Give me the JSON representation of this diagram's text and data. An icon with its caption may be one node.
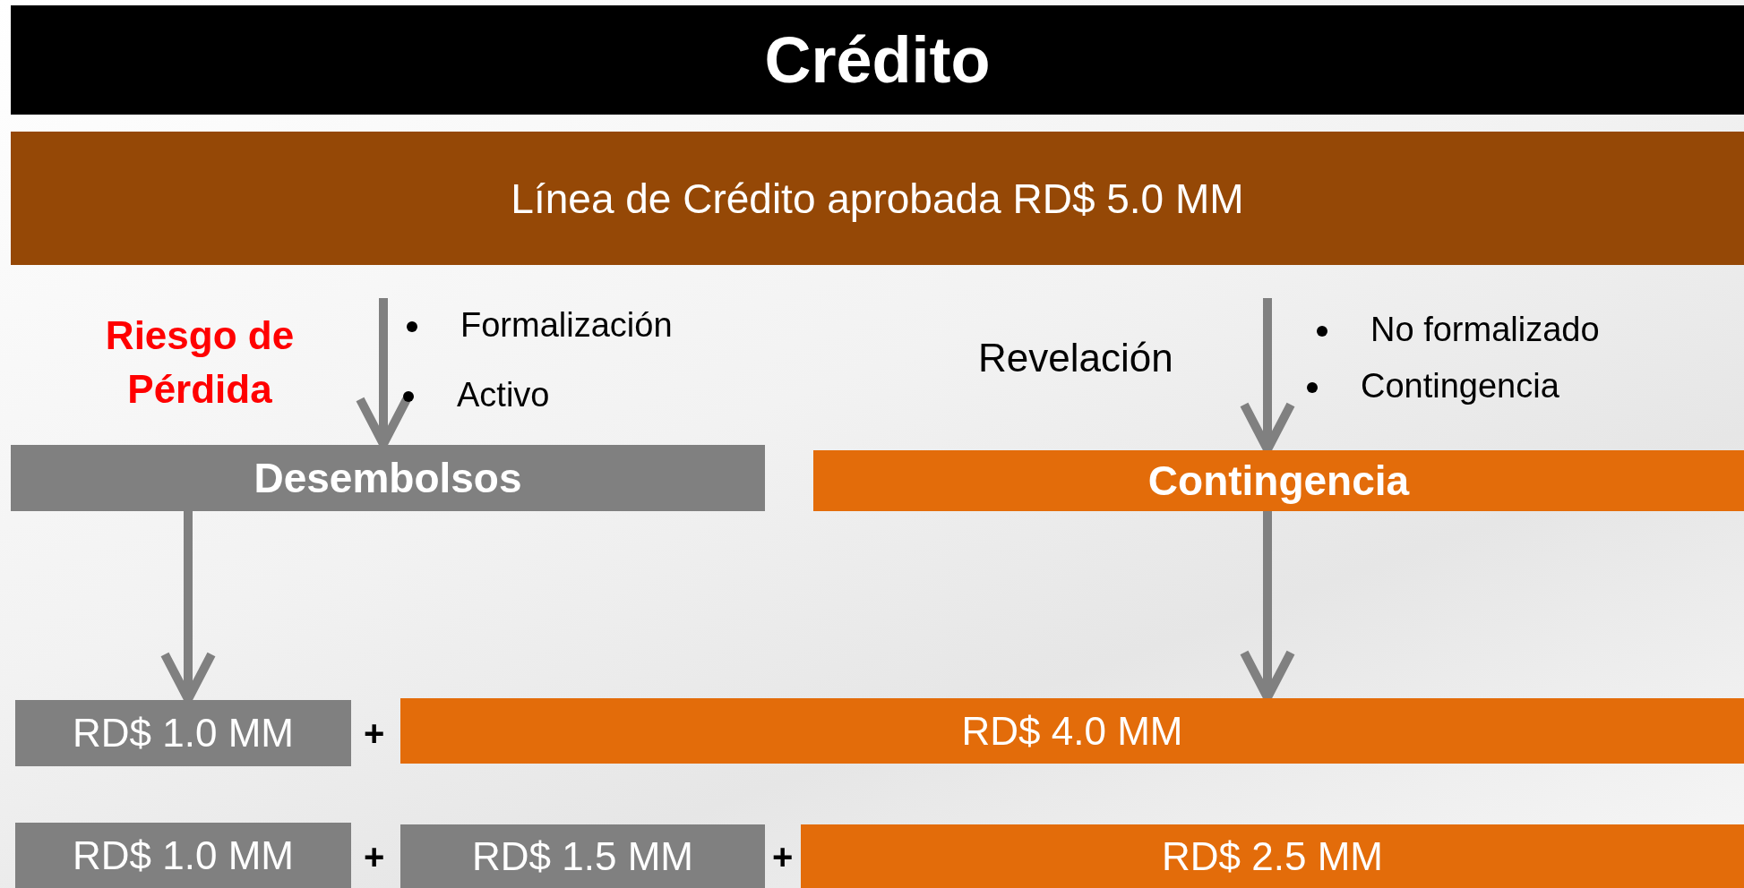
{
  "diagram": {
    "title": "Crédito",
    "nodes": [
      {
        "text": [
          "Línea de Crédito aprobada RD$ 5.0 MM"
        ]
      },
      {
        "text": [
          "Desembolsos"
        ]
      },
      {
        "text": [
          "Contingencia"
        ]
      },
      {
        "text": [
          "RD$ 1.0 MM"
        ]
      },
      {
        "text": [
          "RD$ 4.0 MM"
        ]
      },
      {
        "text": [
          "RD$ 1.0 MM"
        ]
      },
      {
        "text": [
          "RD$ 1.5 MM"
        ]
      },
      {
        "text": [
          "RD$ 2.5 MM"
        ]
      }
    ],
    "edges": [
      {
        "from": 0,
        "to": 1,
        "arrow": "to"
      },
      {
        "from": 0,
        "to": 2,
        "arrow": "to"
      },
      {
        "from": 1,
        "to": 3,
        "arrow": "to"
      },
      {
        "from": 2,
        "to": 4,
        "arrow": "to"
      }
    ],
    "labels": [
      "Riesgo de Pérdida",
      "Formalización",
      "Activo",
      "Revelación",
      "No formalizado",
      "Contingencia",
      "+",
      "+",
      "+"
    ]
  }
}
